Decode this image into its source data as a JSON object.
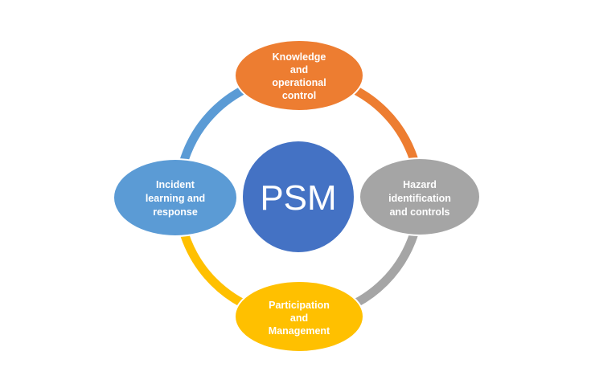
{
  "center": {
    "label": "PSM",
    "color": "#4472C4"
  },
  "nodes": {
    "top": {
      "lines": [
        "Knowledge",
        "and",
        "operational",
        "control"
      ],
      "color": "#ED7D31"
    },
    "right": {
      "lines": [
        "Hazard",
        "identification",
        "and controls"
      ],
      "color": "#A5A5A5"
    },
    "bottom": {
      "lines": [
        "Participation",
        "and",
        "Management"
      ],
      "color": "#FFC000"
    },
    "left": {
      "lines": [
        "Incident",
        "learning and",
        "response"
      ],
      "color": "#5B9BD5"
    }
  },
  "ring_colors": {
    "left_top": "#5B9BD5",
    "top_right": "#ED7D31",
    "right_bottom": "#A5A5A5",
    "bottom_left": "#FFC000"
  }
}
